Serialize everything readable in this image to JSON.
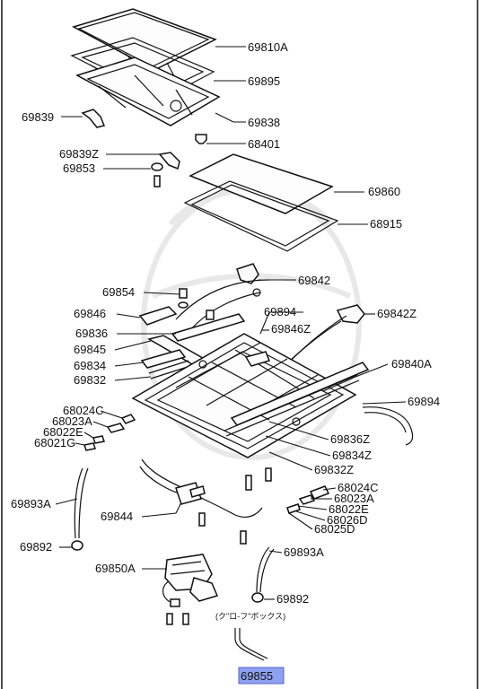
{
  "labels": {
    "l01": "69810A",
    "l02": "69895",
    "l03": "69839",
    "l04": "69838",
    "l05": "68401",
    "l06": "69839Z",
    "l07": "69853",
    "l08": "69860",
    "l09": "68915",
    "l10": "69842",
    "l11": "69854",
    "l12": "69846",
    "l13": "69894",
    "l14": "69842Z",
    "l15": "69836",
    "l16": "69846Z",
    "l17": "69845",
    "l18": "69834",
    "l19": "69840A",
    "l20": "69832",
    "l21": "69894",
    "l22": "68024C",
    "l23": "68023A",
    "l24": "68022E",
    "l25": "68021G",
    "l26": "69836Z",
    "l27": "69834Z",
    "l28": "69832Z",
    "l29": "69893A",
    "l30": "68024C",
    "l31": "68023A",
    "l32": "68022E",
    "l33": "68026D",
    "l34": "68025D",
    "l35": "69844",
    "l36": "69892",
    "l37": "69893A",
    "l38": "69850A",
    "l39": "69892",
    "l40": "69855"
  },
  "note": "(ク\"ロ-フ\"ボックス)",
  "highlight_label_color": "#8ea0f0"
}
